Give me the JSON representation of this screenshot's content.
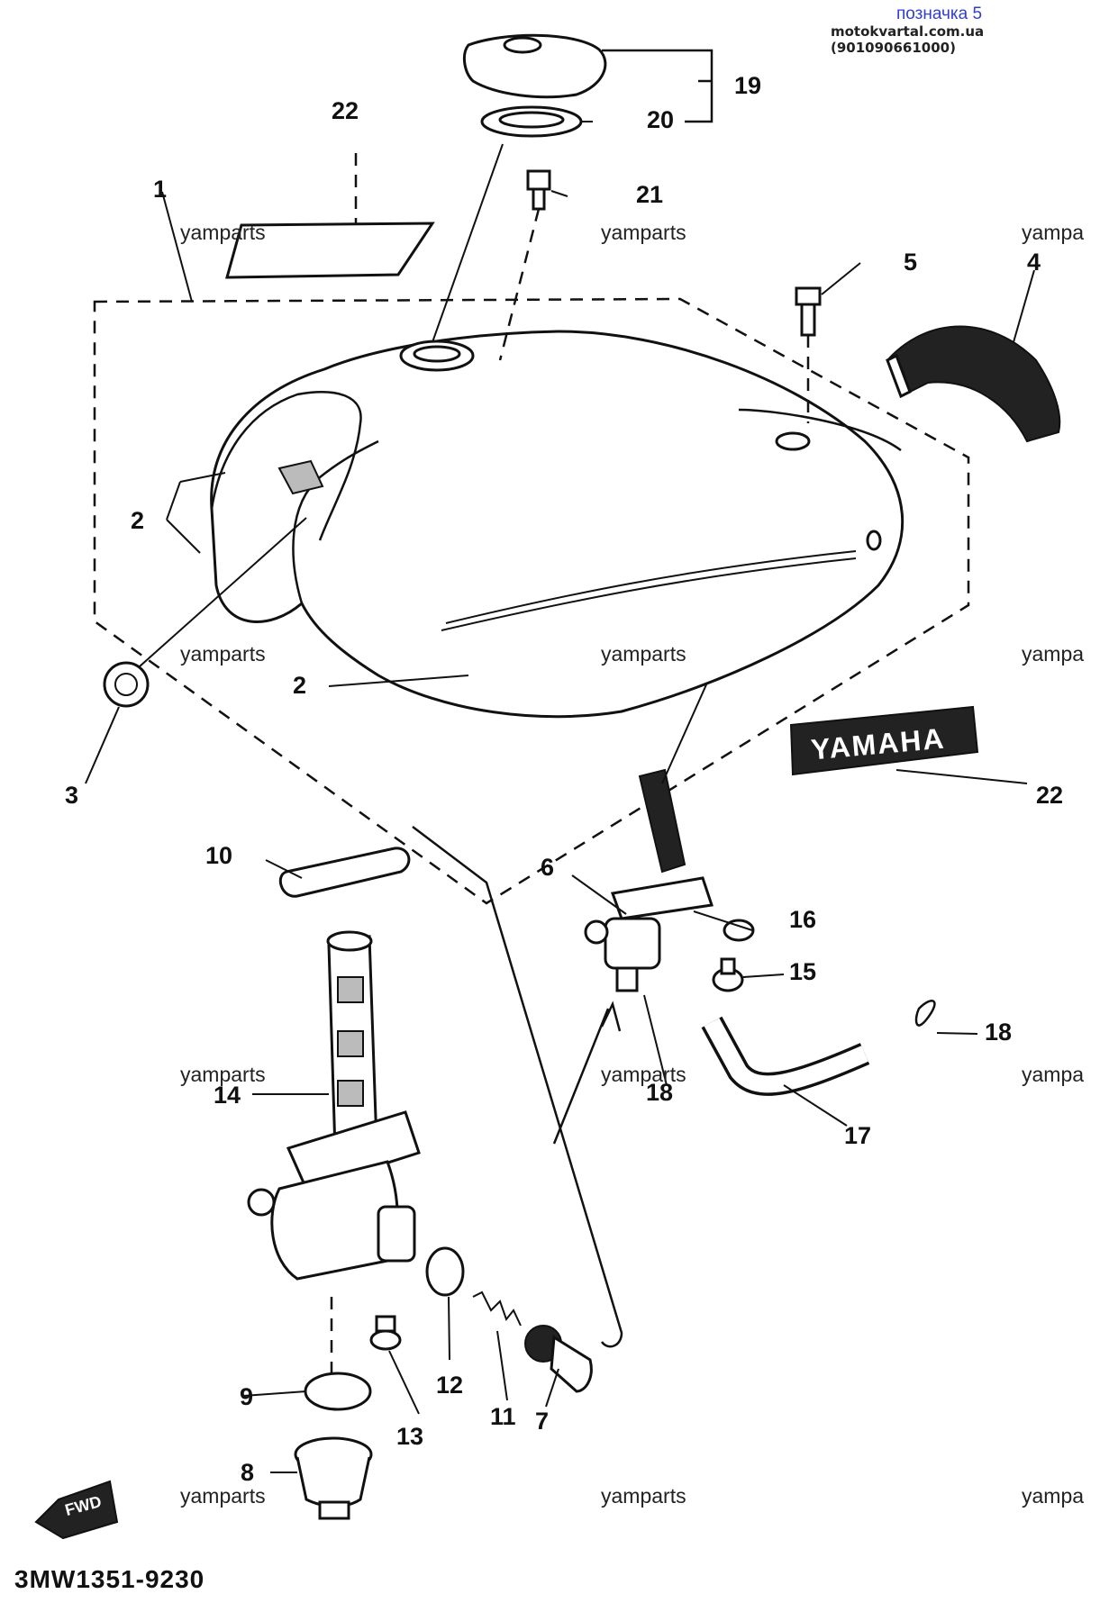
{
  "header": {
    "title": "позначка 5",
    "subtitle": "motokvartal.com.ua (901090661000)"
  },
  "diagram_code": "3MW1351-9230",
  "watermark": "yamparts",
  "watermark_cut": "yampa",
  "emblem_text": "YAMAHA",
  "fwd_text": "FWD",
  "callouts": {
    "c1": "1",
    "c2a": "2",
    "c2b": "2",
    "c3": "3",
    "c4": "4",
    "c5": "5",
    "c6": "6",
    "c7": "7",
    "c8": "8",
    "c9": "9",
    "c10": "10",
    "c11": "11",
    "c12": "12",
    "c13": "13",
    "c14": "14",
    "c15": "15",
    "c16": "16",
    "c17": "17",
    "c18a": "18",
    "c18b": "18",
    "c19": "19",
    "c20": "20",
    "c21": "21",
    "c22a": "22",
    "c22b": "22"
  }
}
